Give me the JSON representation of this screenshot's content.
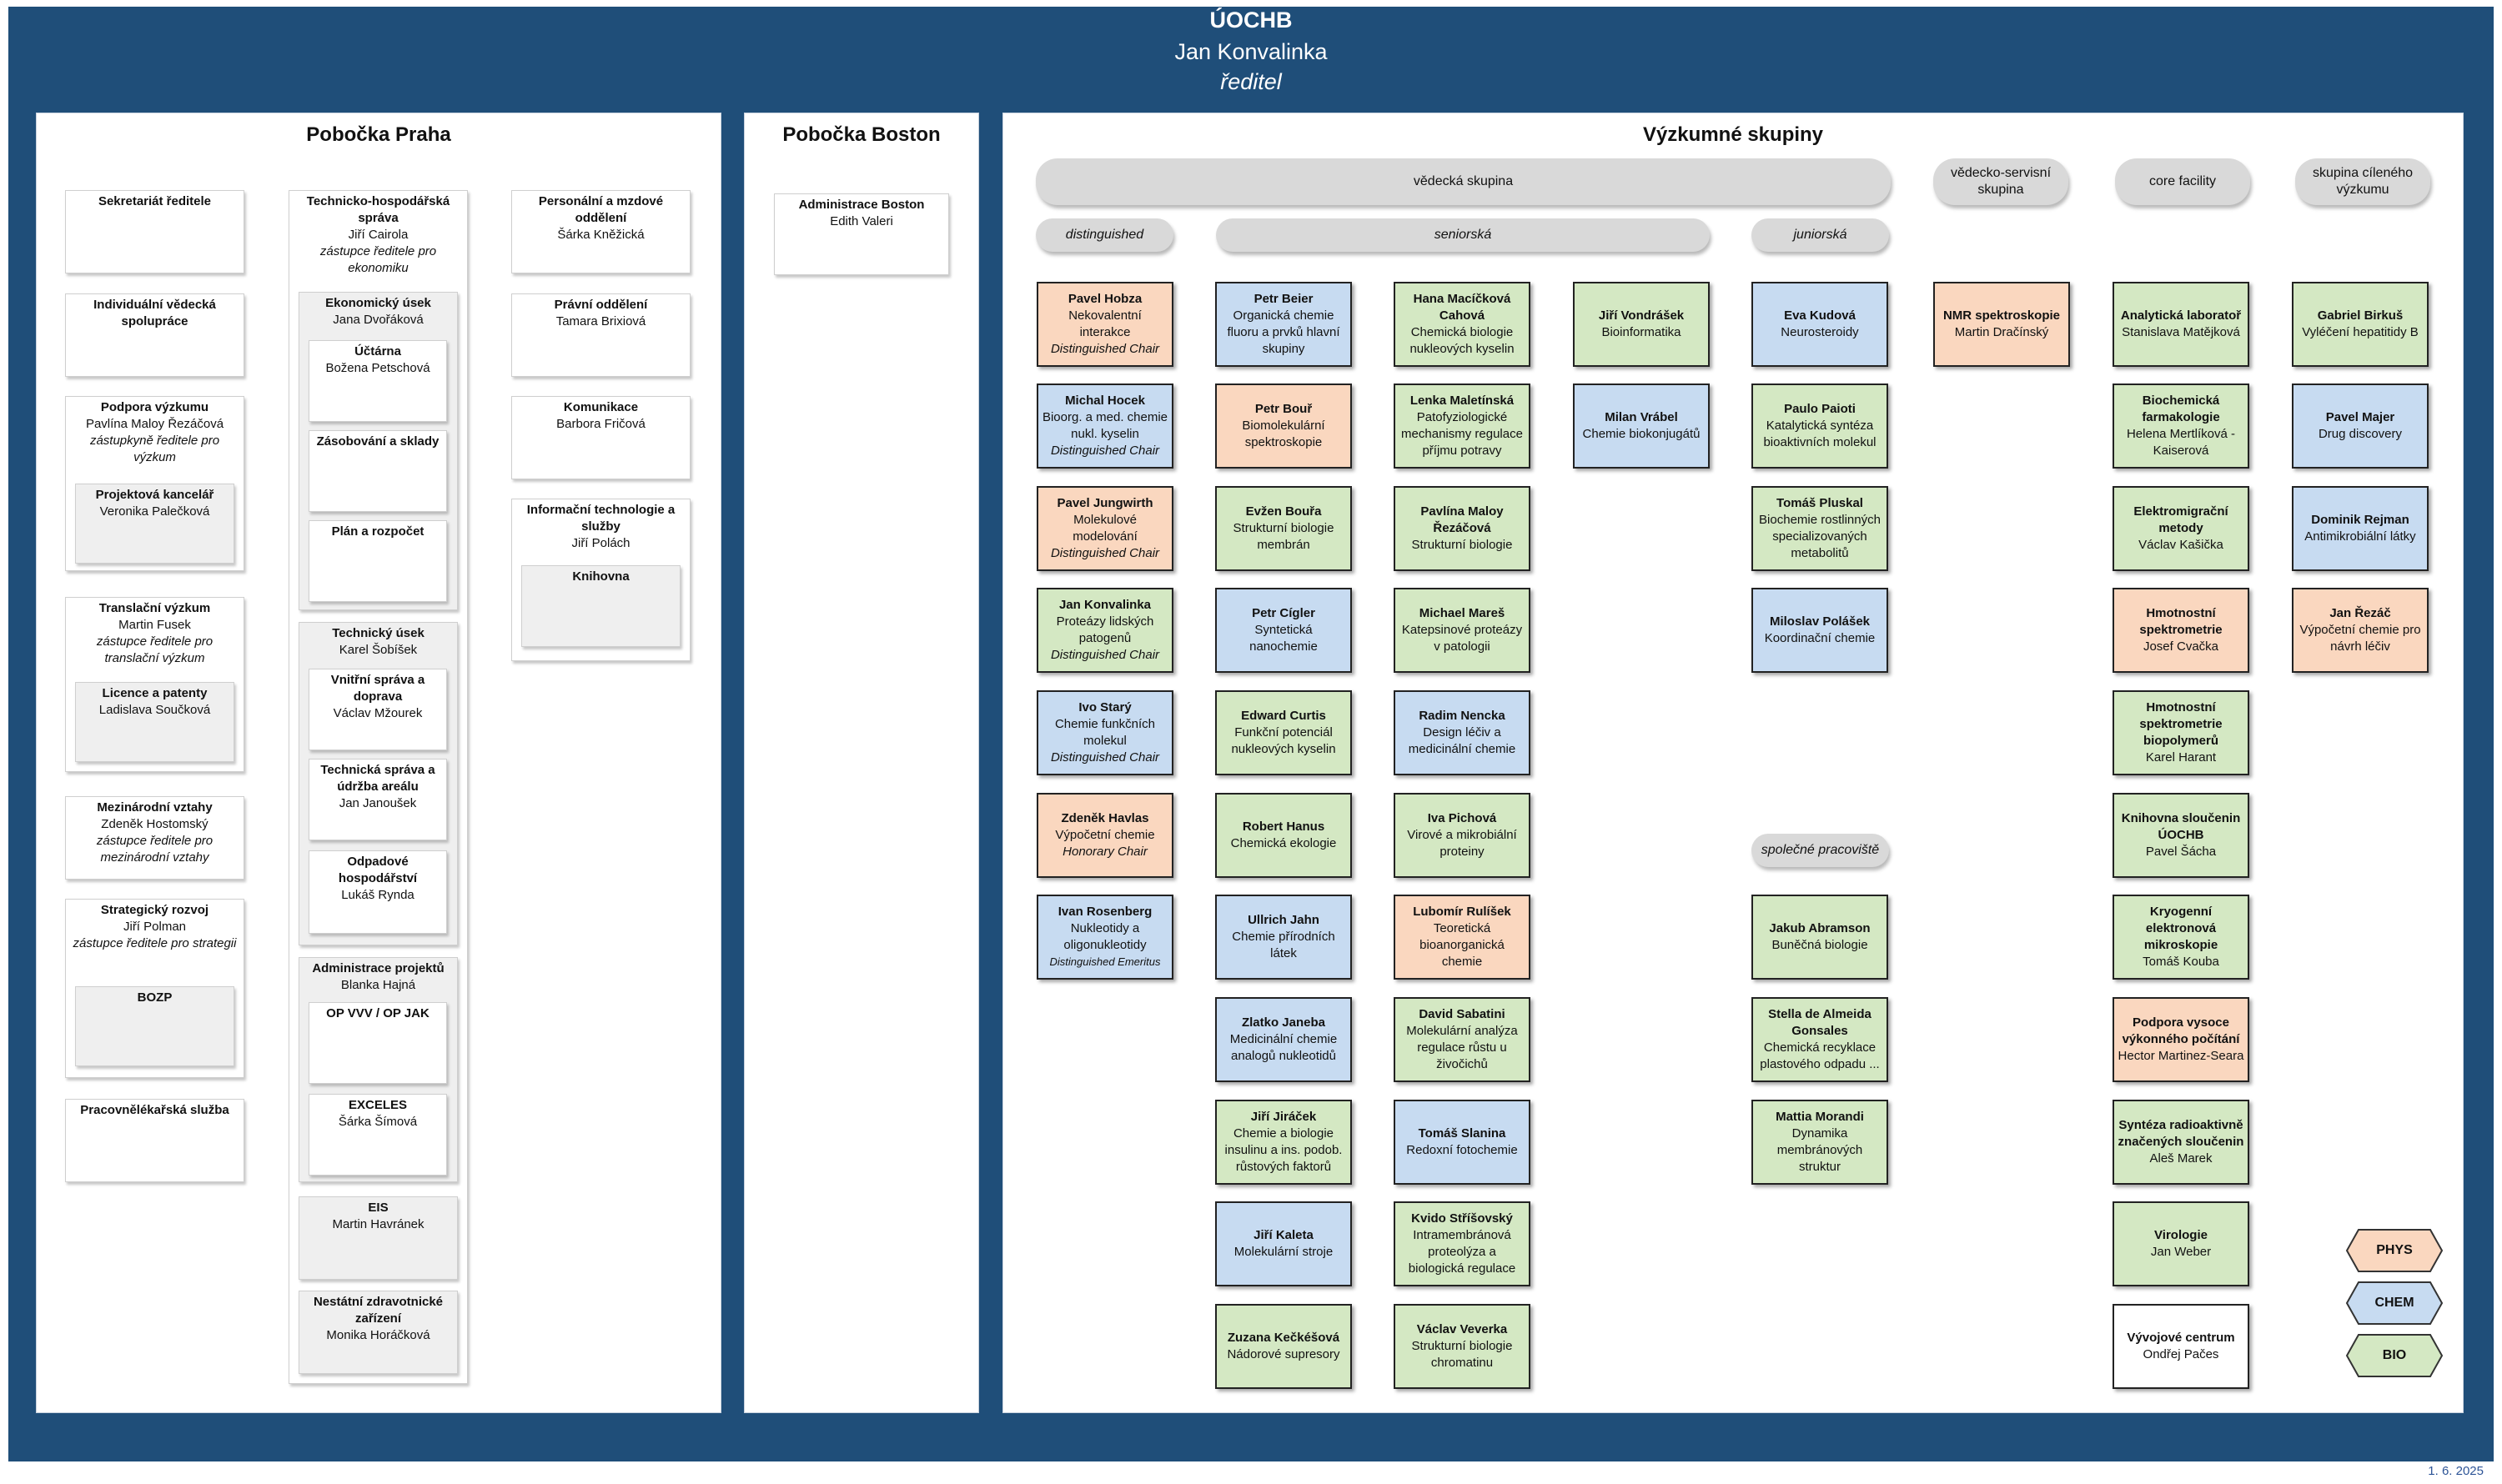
{
  "header": {
    "org": "ÚOCHB",
    "name": "Jan Konvalinka",
    "role": "ředitel"
  },
  "praha": {
    "title": "Pobočka Praha",
    "sekretariat": "Sekretariát ředitele",
    "individualni": "Individuální vědecká spolupráce",
    "podpora": {
      "title": "Podpora výzkumu",
      "name": "Pavlína Maloy Řezáčová",
      "role": "zástupkyně ředitele pro výzkum"
    },
    "projektova": {
      "title": "Projektová kancelář",
      "name": "Veronika Palečková"
    },
    "translacni": {
      "title": "Translační výzkum",
      "name": "Martin Fusek",
      "role": "zástupce ředitele pro translační výzkum"
    },
    "licence": {
      "title": "Licence a patenty",
      "name": "Ladislava Součková"
    },
    "mezinarodni": {
      "title": "Mezinárodní vztahy",
      "name": "Zdeněk Hostomský",
      "role": "zástupce ředitele pro mezinárodní vztahy"
    },
    "strategicky": {
      "title": "Strategický rozvoj",
      "name": "Jiří Polman",
      "role": "zástupce ředitele pro strategii"
    },
    "bozp": "BOZP",
    "pracovnelekarska": "Pracovnělékařská služba",
    "thsprava": {
      "title": "Technicko-hospodářská správa",
      "name": "Jiří Cairola",
      "role": "zástupce ředitele pro ekonomiku"
    },
    "ekonomicky": {
      "title": "Ekonomický úsek",
      "name": "Jana Dvořáková"
    },
    "uctarna": {
      "title": "Účtárna",
      "name": "Božena Petschová"
    },
    "zasobovani": "Zásobování a sklady",
    "plan": "Plán a rozpočet",
    "technicky": {
      "title": "Technický úsek",
      "name": "Karel Šobíšek"
    },
    "vnitrni": {
      "title": "Vnitřní správa a doprava",
      "name": "Václav Mžourek"
    },
    "technickasprava": {
      "title": "Technická správa a údržba areálu",
      "name": "Jan Janoušek"
    },
    "odpadove": {
      "title": "Odpadové hospodářství",
      "name": "Lukáš Rynda"
    },
    "adminproj": {
      "title": "Administrace projektů",
      "name": "Blanka Hajná"
    },
    "opvvv": "OP VVV / OP JAK",
    "exceles": {
      "title": "EXCELES",
      "name": "Šárka Šímová"
    },
    "eis": {
      "title": "EIS",
      "name": "Martin Havránek"
    },
    "nestatni": {
      "title": "Nestátní zdravotnické zařízení",
      "name": "Monika Horáčková"
    },
    "personalni": {
      "title": "Personální a mzdové oddělení",
      "name": "Šárka Kněžická"
    },
    "pravni": {
      "title": "Právní oddělení",
      "name": "Tamara Brixiová"
    },
    "komunikace": {
      "title": "Komunikace",
      "name": "Barbora Fričová"
    },
    "informacni": {
      "title": "Informační technologie a služby",
      "name": "Jiří Polách"
    },
    "knihovna": "Knihovna"
  },
  "boston": {
    "title": "Pobočka Boston",
    "admin_title": "Administrace Boston",
    "admin_name": "Edith Valeri"
  },
  "vyzkum": {
    "title": "Výzkumné skupiny",
    "pills": {
      "vedecka": "vědecká skupina",
      "servisni": "vědecko-servisní skupina",
      "core": "core facility",
      "cilena": "skupina cíleného výzkumu",
      "distinguished": "distinguished",
      "seniorska": "seniorská",
      "juniorska": "juniorská",
      "spolecne": "společné pracoviště"
    },
    "groups": [
      {
        "name": "Pavel Hobza",
        "desc": "Nekovalentní interakce",
        "role": "Distinguished Chair",
        "color": "c-o"
      },
      {
        "name": "Michal Hocek",
        "desc": "Bioorg. a med. chemie nukl. kyselin",
        "role": "Distinguished Chair",
        "color": "c-b"
      },
      {
        "name": "Pavel Jungwirth",
        "desc": "Molekulové modelování",
        "role": "Distinguished Chair",
        "color": "c-o"
      },
      {
        "name": "Jan Konvalinka",
        "desc": "Proteázy lidských patogenů",
        "role": "Distinguished Chair",
        "color": "c-g"
      },
      {
        "name": "Ivo Starý",
        "desc": "Chemie funkčních molekul",
        "role": "Distinguished Chair",
        "color": "c-b"
      },
      {
        "name": "Zdeněk Havlas",
        "desc": "Výpočetní chemie",
        "role": "Honorary Chair",
        "color": "c-o"
      },
      {
        "name": "Ivan Rosenberg",
        "desc": "Nukleotidy a oligonukleotidy",
        "role": "Distinguished Emeritus",
        "color": "c-b"
      },
      {
        "name": "Petr Beier",
        "desc": "Organická chemie fluoru a prvků hlavní skupiny",
        "color": "c-b"
      },
      {
        "name": "Petr Bouř",
        "desc": "Biomolekulární spektroskopie",
        "color": "c-o"
      },
      {
        "name": "Evžen Bouřa",
        "desc": "Strukturní biologie membrán",
        "color": "c-g"
      },
      {
        "name": "Petr Cígler",
        "desc": "Syntetická nanochemie",
        "color": "c-b"
      },
      {
        "name": "Edward Curtis",
        "desc": "Funkční potenciál nukleových kyselin",
        "color": "c-g"
      },
      {
        "name": "Robert Hanus",
        "desc": "Chemická ekologie",
        "color": "c-g"
      },
      {
        "name": "Ullrich Jahn",
        "desc": "Chemie přírodních látek",
        "color": "c-b"
      },
      {
        "name": "Zlatko Janeba",
        "desc": "Medicinální chemie analogů nukleotidů",
        "color": "c-b"
      },
      {
        "name": "Jiří Jiráček",
        "desc": "Chemie a biologie insulinu a ins. podob. růstových faktorů",
        "color": "c-g"
      },
      {
        "name": "Jiří Kaleta",
        "desc": "Molekulární stroje",
        "color": "c-b"
      },
      {
        "name": "Zuzana Kečkéšová",
        "desc": "Nádorové supresory",
        "color": "c-g"
      },
      {
        "name": "Hana Macíčková Cahová",
        "desc": "Chemická biologie nukleových kyselin",
        "color": "c-g"
      },
      {
        "name": "Lenka Maletínská",
        "desc": "Patofyziologické mechanismy regulace příjmu potravy",
        "color": "c-g"
      },
      {
        "name": "Pavlína Maloy Řezáčová",
        "desc": "Strukturní biologie",
        "color": "c-g"
      },
      {
        "name": "Michael Mareš",
        "desc": "Katepsinové proteázy v patologii",
        "color": "c-g"
      },
      {
        "name": "Radim Nencka",
        "desc": "Design léčiv a medicinální chemie",
        "color": "c-b"
      },
      {
        "name": "Iva Pichová",
        "desc": "Virové a mikrobiální proteiny",
        "color": "c-g"
      },
      {
        "name": "Lubomír Rulíšek",
        "desc": "Teoretická bioanorganická chemie",
        "color": "c-o"
      },
      {
        "name": "David Sabatini",
        "desc": "Molekulární analýza regulace růstu u živočichů",
        "color": "c-g"
      },
      {
        "name": "Tomáš Slanina",
        "desc": "Redoxní fotochemie",
        "color": "c-b"
      },
      {
        "name": "Kvido Stříšovský",
        "desc": "Intramembránová proteolýza a biologická regulace",
        "color": "c-g"
      },
      {
        "name": "Václav Veverka",
        "desc": "Strukturní biologie chromatinu",
        "color": "c-g"
      },
      {
        "name": "Jiří Vondrášek",
        "desc": "Bioinformatika",
        "color": "c-g"
      },
      {
        "name": "Milan Vrábel",
        "desc": "Chemie biokonjugátů",
        "color": "c-b"
      },
      {
        "name": "Eva Kudová",
        "desc": "Neurosteroidy",
        "color": "c-b"
      },
      {
        "name": "Paulo Paioti",
        "desc": "Katalytická syntéza bioaktivních molekul",
        "color": "c-g"
      },
      {
        "name": "Tomáš Pluskal",
        "desc": "Biochemie rostlinných specializovaných metabolitů",
        "color": "c-g"
      },
      {
        "name": "Miloslav Polášek",
        "desc": "Koordinační chemie",
        "color": "c-b"
      },
      {
        "name": "Jakub Abramson",
        "desc": "Buněčná biologie",
        "color": "c-g"
      },
      {
        "name": "Stella de Almeida Gonsales",
        "desc": "Chemická recyklace plastového odpadu ...",
        "color": "c-g"
      },
      {
        "name": "Mattia Morandi",
        "desc": "Dynamika membránových struktur",
        "color": "c-g"
      },
      {
        "name": "NMR spektroskopie",
        "desc": "Martin Dračínský",
        "color": "c-o"
      },
      {
        "name": "Analytická laboratoř",
        "desc": "Stanislava Matějková",
        "color": "c-g"
      },
      {
        "name": "Biochemická farmakologie",
        "desc": "Helena Mertlíková - Kaiserová",
        "color": "c-g"
      },
      {
        "name": "Elektromigrační metody",
        "desc": "Václav Kašička",
        "color": "c-g"
      },
      {
        "name": "Hmotnostní spektrometrie",
        "desc": "Josef Cvačka",
        "color": "c-o"
      },
      {
        "name": "Hmotnostní spektrometrie biopolymerů",
        "desc": "Karel Harant",
        "color": "c-g"
      },
      {
        "name": "Knihovna sloučenin ÚOCHB",
        "desc": "Pavel Šácha",
        "color": "c-g"
      },
      {
        "name": "Kryogenní elektronová mikroskopie",
        "desc": "Tomáš Kouba",
        "color": "c-g"
      },
      {
        "name": "Podpora vysoce výkonného počítání",
        "desc": "Hector Martinez-Seara",
        "color": "c-o"
      },
      {
        "name": "Syntéza radioaktivně značených sloučenin",
        "desc": "Aleš Marek",
        "color": "c-g"
      },
      {
        "name": "Virologie",
        "desc": "Jan Weber",
        "color": "c-g"
      },
      {
        "name": "Vývojové centrum",
        "desc": "Ondřej Pačes",
        "color": "c-w"
      },
      {
        "name": "Gabriel Birkuš",
        "desc": "Vyléčení hepatitidy B",
        "color": "c-g"
      },
      {
        "name": "Pavel Majer",
        "desc": "Drug discovery",
        "color": "c-b"
      },
      {
        "name": "Dominik Rejman",
        "desc": "Antimikrobiální látky",
        "color": "c-b"
      },
      {
        "name": "Jan Řezáč",
        "desc": "Výpočetní chemie pro návrh léčiv",
        "color": "c-o"
      }
    ]
  },
  "legend": {
    "phys": "PHYS",
    "chem": "CHEM",
    "bio": "BIO",
    "phys_color": "#fad7bf",
    "chem_color": "#c7dbf1",
    "bio_color": "#d4e8c3"
  },
  "date": "1. 6. 2025"
}
